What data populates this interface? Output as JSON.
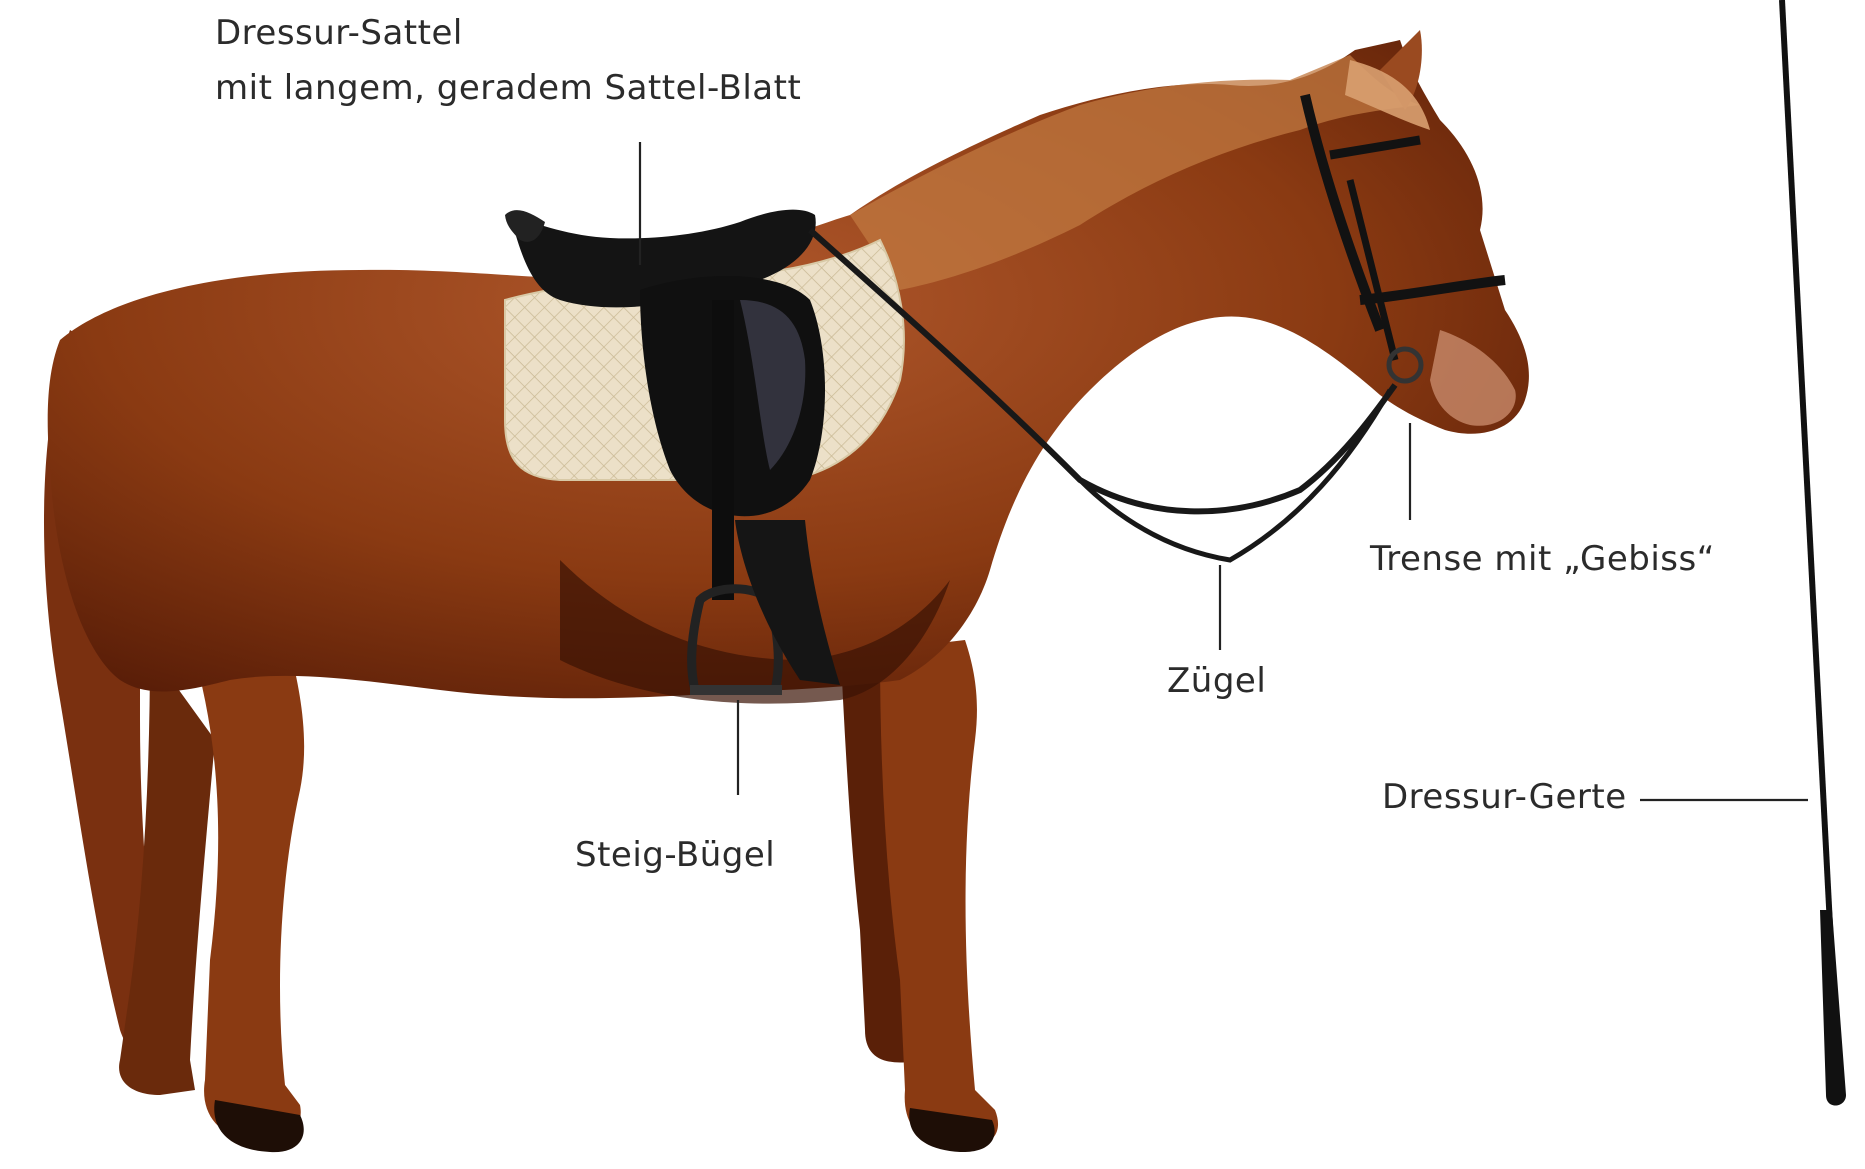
{
  "labels": {
    "saddle_line1": "Dressur-Sattel",
    "saddle_line2": "mit langem, geradem Sattel-Blatt",
    "bridle": "Trense mit „Gebiss“",
    "reins": "Zügel",
    "stirrup": "Steig-Bügel",
    "whip": "Dressur-Gerte"
  },
  "colors": {
    "horse_coat": "#8a3a12",
    "horse_shadow": "#4a1606",
    "horse_highlight": "#b5623a",
    "tack": "#141414",
    "saddle_pad": "#ece0c8",
    "whip": "#111111",
    "text": "#2b2b2b"
  }
}
